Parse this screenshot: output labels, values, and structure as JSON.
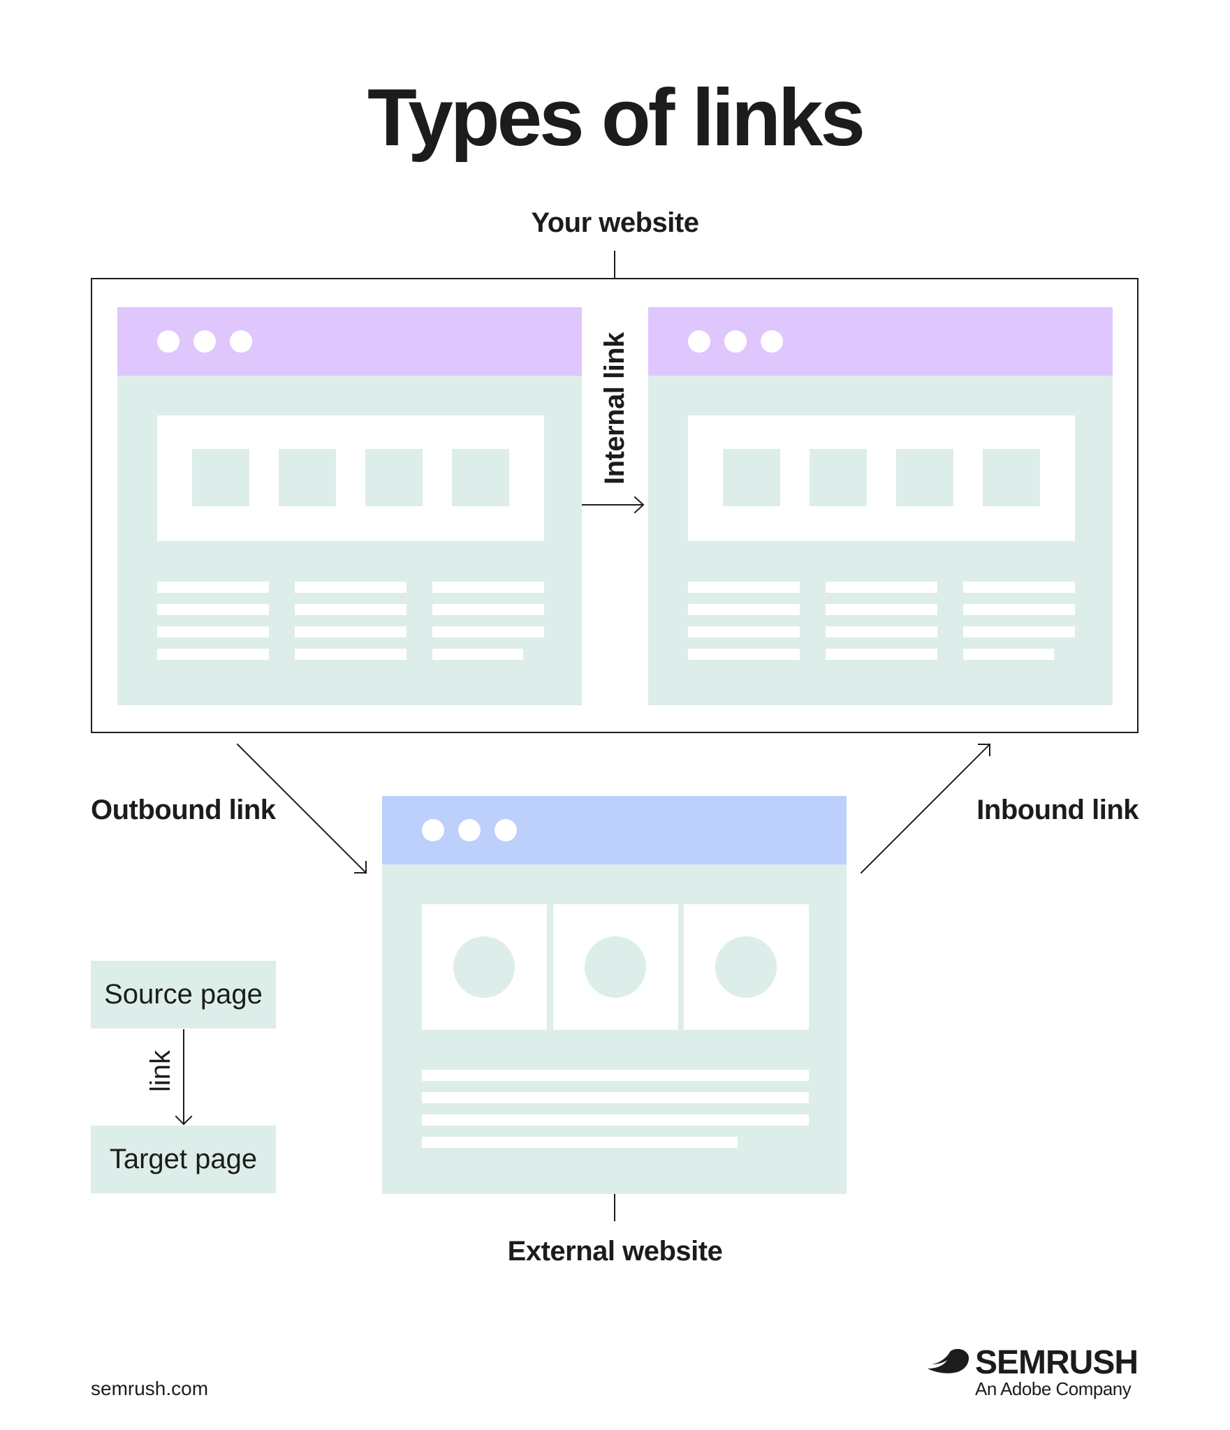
{
  "title": "Types of links",
  "labels": {
    "your_website": "Your website",
    "internal_link": "Internal link",
    "outbound_link": "Outbound link",
    "inbound_link": "Inbound link",
    "external_website": "External website"
  },
  "legend": {
    "source": "Source page",
    "link": "link",
    "target": "Target page"
  },
  "footer": {
    "url": "semrush.com",
    "brand": "SEMRUSH",
    "tagline": "An Adobe Company"
  },
  "colors": {
    "page_background": "#ddedea",
    "your_site_header": "#dfc6fc",
    "external_site_header": "#bdcffb",
    "ink": "#1b1d1b"
  },
  "icons": [
    "semrush-logo-icon",
    "window-dots-icon"
  ]
}
